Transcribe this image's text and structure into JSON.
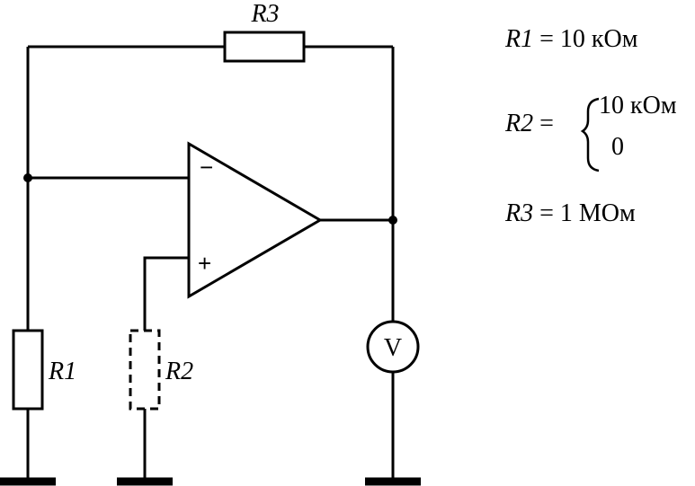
{
  "labels": {
    "r1": "R1",
    "r2": "R2",
    "r3": "R3",
    "voltmeter": "V",
    "minus": "−",
    "plus": "+"
  },
  "values": {
    "r1": {
      "name": "R1",
      "eq": " = 10 кОм"
    },
    "r2": {
      "name": "R2",
      "eq": " =",
      "option1": "10 кОм",
      "option2": "0"
    },
    "r3": {
      "name": "R3",
      "eq": " = 1 МОм"
    }
  }
}
